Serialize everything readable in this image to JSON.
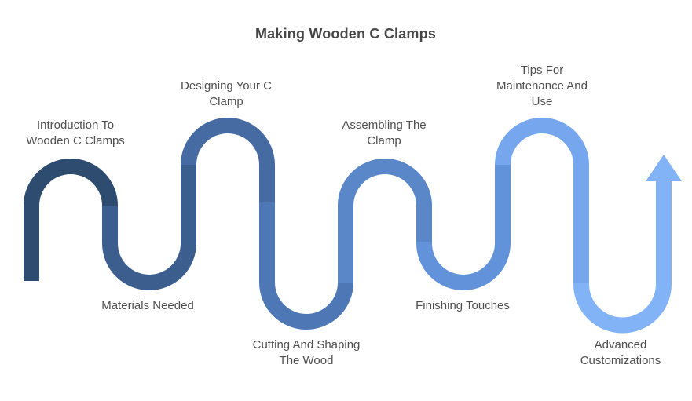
{
  "title": "Making Wooden C Clamps",
  "background_color": "#ffffff",
  "text_colors": {
    "title": "#474747",
    "labels": "#4f4f4f"
  },
  "diagram": {
    "type": "serpentine-timeline",
    "direction": "left-to-right",
    "terminator": "up-arrow",
    "steps": [
      {
        "index": 1,
        "label": "Introduction To\nWooden C Clamps",
        "position": "top",
        "color": "#2e4c70"
      },
      {
        "index": 2,
        "label": "Materials Needed",
        "position": "bottom",
        "color": "#3c5e8f"
      },
      {
        "index": 3,
        "label": "Designing Your C\nClamp",
        "position": "top",
        "color": "#466aa2"
      },
      {
        "index": 4,
        "label": "Cutting And Shaping\nThe Wood",
        "position": "bottom",
        "color": "#4d78b5"
      },
      {
        "index": 5,
        "label": "Assembling The\nClamp",
        "position": "top",
        "color": "#5a87c8"
      },
      {
        "index": 6,
        "label": "Finishing Touches",
        "position": "bottom",
        "color": "#6292da"
      },
      {
        "index": 7,
        "label": "Tips For\nMaintenance And\nUse",
        "position": "top",
        "color": "#76a7ee"
      },
      {
        "index": 8,
        "label": "Advanced\nCustomizations",
        "position": "bottom",
        "color": "#82b3f6"
      }
    ]
  }
}
